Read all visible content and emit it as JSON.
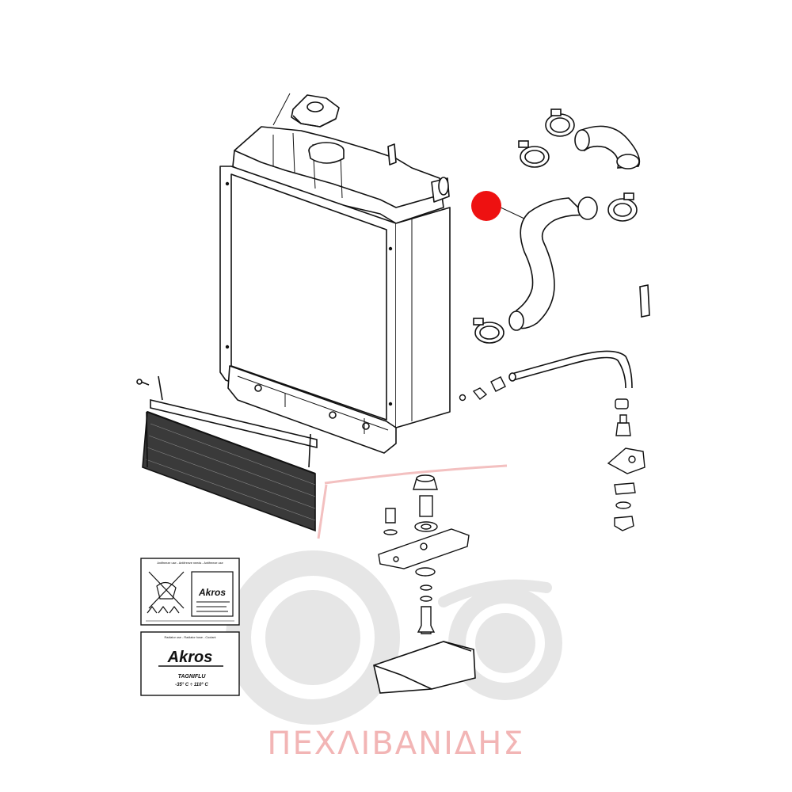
{
  "diagram": {
    "callout_marker_color": "#ee1111",
    "line_color": "#111111"
  },
  "watermark": {
    "text": "ΠΕΧΛΙΒΑΝΙΔΗΣ",
    "color": "#f2b5b5",
    "tractor_color": "#e3e3e3"
  },
  "label_antifreeze": {
    "header": "Antifreeze use - Antifreeze needs - Antifreeze use",
    "brand": "Akros"
  },
  "label_coolant": {
    "header": "Radiator use - Radiator hose - Coolant",
    "brand": "Akros",
    "product": "TAGNIFLU",
    "range": "-35° C ÷ 110° C"
  }
}
